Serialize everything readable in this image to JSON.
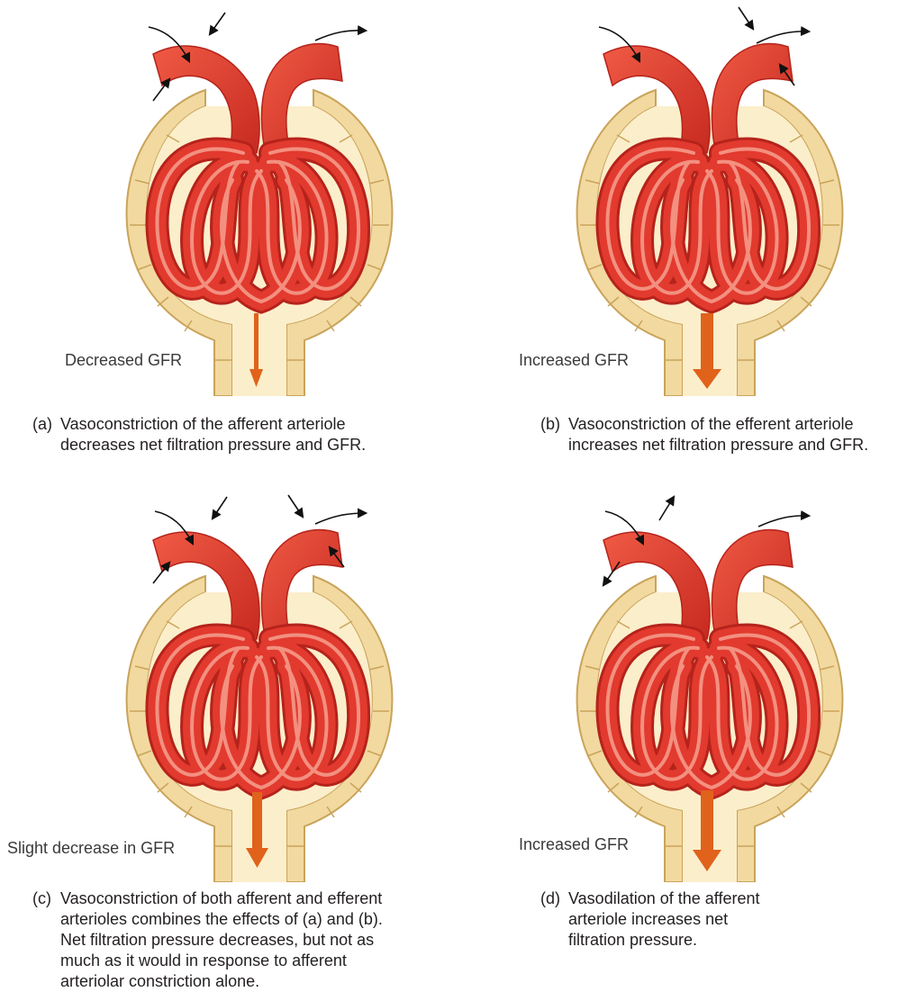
{
  "panels": [
    {
      "id": "a",
      "gfr_label": "Decreased GFR",
      "caption_tag": "(a)",
      "caption_lines": [
        "Vasoconstriction of the afferent arteriole",
        "decreases net filtration pressure and GFR."
      ]
    },
    {
      "id": "b",
      "gfr_label": "Increased GFR",
      "caption_tag": "(b)",
      "caption_lines": [
        "Vasoconstriction of the efferent arteriole",
        "increases net filtration pressure and GFR."
      ]
    },
    {
      "id": "c",
      "gfr_label": "Slight decrease in GFR",
      "caption_tag": "(c)",
      "caption_lines": [
        "Vasoconstriction of both afferent and efferent",
        "arterioles combines the effects of (a) and (b).",
        "Net filtration pressure decreases, but not as",
        "much as it would in response to afferent",
        "arteriolar constriction alone."
      ]
    },
    {
      "id": "d",
      "gfr_label": "Increased GFR",
      "caption_tag": "(d)",
      "caption_lines": [
        "Vasodilation of the afferent",
        "arteriole increases net",
        "filtration pressure."
      ]
    }
  ],
  "colors": {
    "capsule": "#f2d9a0",
    "capsule_edge": "#c9a45a",
    "capsule_inner": "#fbeecb",
    "vessel": "#e23a2e",
    "vessel_dark": "#b5231b",
    "vessel_highlight": "#f7a08f",
    "filtrate_arrow": "#e0621b"
  }
}
